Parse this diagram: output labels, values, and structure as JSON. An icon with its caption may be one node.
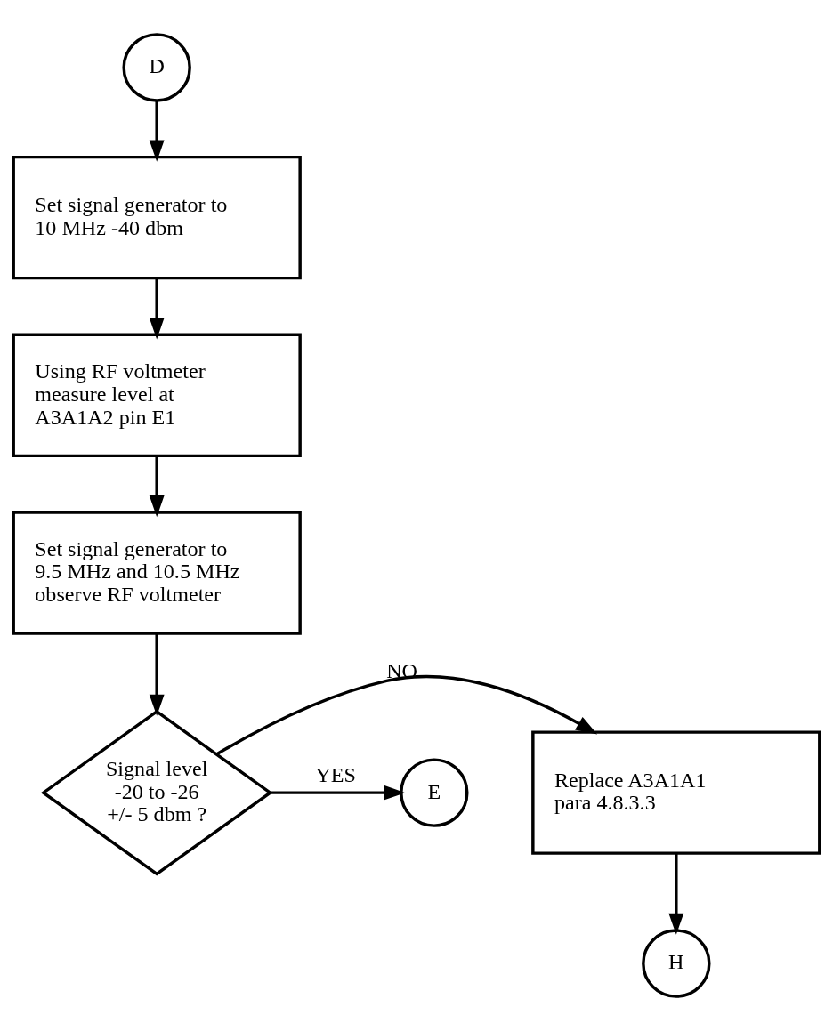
{
  "diagram": {
    "nodes": [
      {
        "text": [
          "D"
        ]
      },
      {
        "text": [
          "Set signal generator to 10 MHz -40 dbm"
        ]
      },
      {
        "text": [
          "Using RF voltmeter measure level at A3A1A2 pin E1"
        ]
      },
      {
        "text": [
          "Set signal generator to 9.5 MHz and 10.5 MHz observe RF voltmeter"
        ]
      },
      {
        "text": [
          "Signal level -20 to -26 +/- 5 dbm ?"
        ]
      },
      {
        "text": [
          "Replace A3A1A1 para 4.8.3.3"
        ]
      },
      {
        "text": [
          "E"
        ]
      },
      {
        "text": [
          "H"
        ]
      }
    ],
    "edges": [
      {
        "from": 0,
        "to": 1,
        "arrow": "to"
      },
      {
        "from": 1,
        "to": 2,
        "arrow": "to"
      },
      {
        "from": 2,
        "to": 3,
        "arrow": "to"
      },
      {
        "from": 3,
        "to": 4,
        "arrow": "to"
      },
      {
        "from": 4,
        "to": 5,
        "arrow": "to",
        "label": "NO"
      },
      {
        "from": 4,
        "to": 6,
        "arrow": "to",
        "label": "YES"
      },
      {
        "from": 5,
        "to": 7,
        "arrow": "to"
      }
    ]
  }
}
